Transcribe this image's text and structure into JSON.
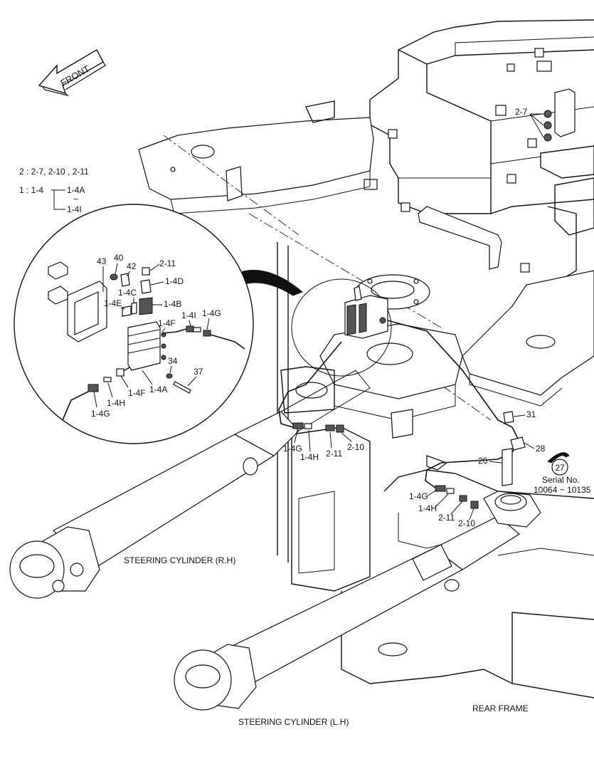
{
  "direction": {
    "label": "FRONT"
  },
  "legend": {
    "line1": "2 : 2-7, 2-10 , 2-11",
    "line2_prefix": "1 : 1-4",
    "line2_top": "1-4A",
    "line2_tilde": "~",
    "line2_bottom": "1-4I"
  },
  "detail_callouts": {
    "c43": "43",
    "c40": "40",
    "c42": "42",
    "c2_11": "2-11",
    "c1_4D": "1-4D",
    "c1_4C": "1-4C",
    "c1_4E": "1-4E",
    "c1_4B": "1-4B",
    "c1_4F_top": "1-4F",
    "c1_4I": "1-4I",
    "c1_4G_top": "1-4G",
    "c34": "34",
    "c37": "37",
    "c1_4A": "1-4A",
    "c1_4F_bot": "1-4F",
    "c1_4H": "1-4H",
    "c1_4G_bot": "1-4G"
  },
  "main_callouts": {
    "c2_7": "2-7",
    "left_group": {
      "g": "1-4G",
      "h": "1-4H",
      "p211": "2-11",
      "p210": "2-10"
    },
    "right_group": {
      "g": "1-4G",
      "h": "1-4H",
      "p211": "2-11",
      "p210": "2-10"
    },
    "c31": "31",
    "c28": "28",
    "c26": "26",
    "ref_circle": "27",
    "serial_label": "Serial No.",
    "serial_range": "10064 ~ 10135"
  },
  "captions": {
    "cyl_rh": "STEERING CYLINDER (R.H)",
    "cyl_lh": "STEERING CYLINDER (L.H)",
    "rear_frame": "REAR FRAME"
  }
}
